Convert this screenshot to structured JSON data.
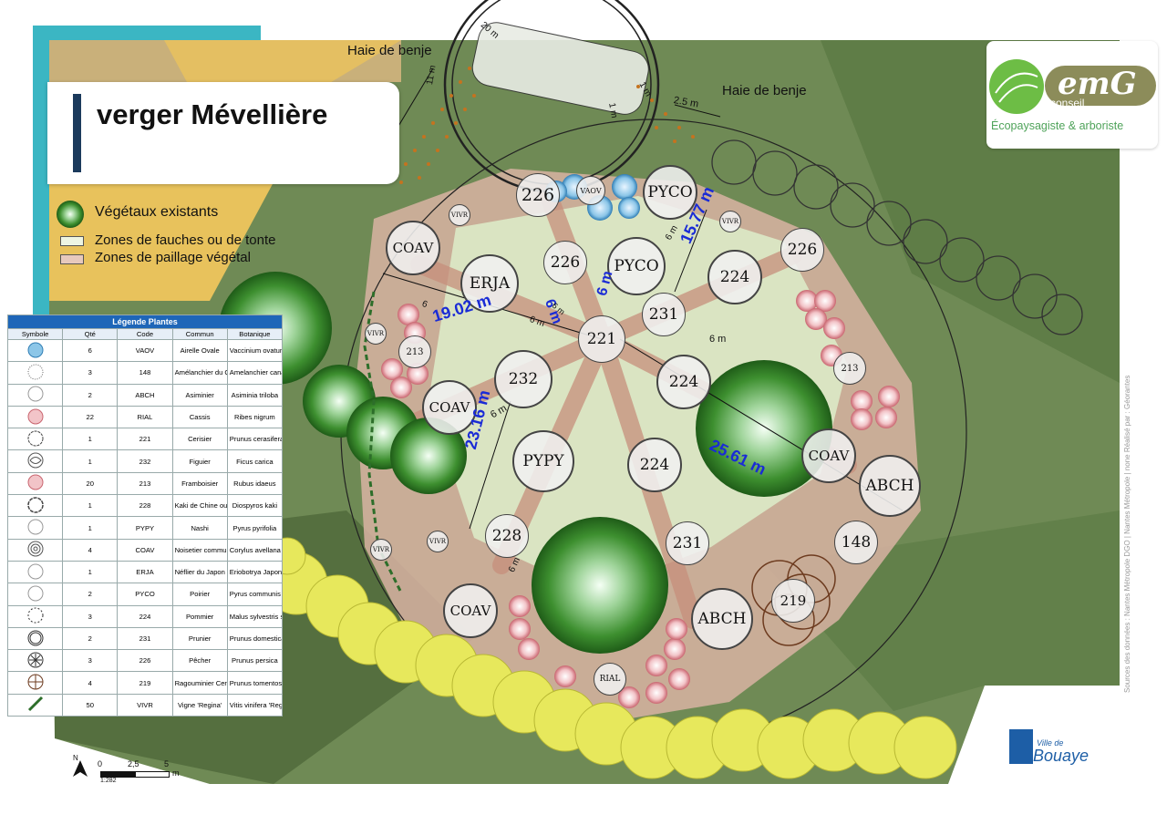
{
  "title": "verger Mévellière",
  "legend": {
    "existing": "Végétaux existants",
    "fauche": "Zones de fauches ou de tonte",
    "paillage": "Zones de paillage végétal"
  },
  "hedge_labels": [
    "Haie de benje",
    "Haie de benje"
  ],
  "logo": {
    "emg": "emG",
    "conseil": "conseil",
    "tagline": "Écopaysagiste & arboriste"
  },
  "bouaye": {
    "ville_de": "Ville de",
    "name": "Bouaye"
  },
  "plants_table": {
    "caption": "Légende Plantes",
    "headers": [
      "Symbole",
      "Qté",
      "Code",
      "Commun",
      "Botanique"
    ],
    "rows": [
      {
        "qty": "6",
        "code": "VAOV",
        "common": "Airelle Ovale",
        "botanic": "Vaccinium ovatum",
        "symbol": "blue-blob-icon"
      },
      {
        "qty": "3",
        "code": "148",
        "common": "Amélanchier du Canada",
        "botanic": "Amelanchier canadensis",
        "symbol": "dotted-ring-icon"
      },
      {
        "qty": "2",
        "code": "ABCH",
        "common": "Asiminier",
        "botanic": "Asiminia triloba",
        "symbol": "thin-circle-icon"
      },
      {
        "qty": "22",
        "code": "RIAL",
        "common": "Cassis",
        "botanic": "Ribes nigrum",
        "symbol": "pink-flower-icon"
      },
      {
        "qty": "1",
        "code": "221",
        "common": "Cerisier",
        "botanic": "Prunus cerasifera",
        "symbol": "scalloped-circle-icon"
      },
      {
        "qty": "1",
        "code": "232",
        "common": "Figuier",
        "botanic": "Ficus carica",
        "symbol": "leafy-circle-icon"
      },
      {
        "qty": "20",
        "code": "213",
        "common": "Framboisier",
        "botanic": "Rubus idaeus",
        "symbol": "pink-flower-icon"
      },
      {
        "qty": "1",
        "code": "228",
        "common": "Kaki de Chine ou Plaqueminier",
        "botanic": "Diospyros kaki",
        "symbol": "lobed-circle-icon"
      },
      {
        "qty": "1",
        "code": "PYPY",
        "common": "Nashi",
        "botanic": "Pyrus pyrifolia",
        "symbol": "thin-circle-icon"
      },
      {
        "qty": "4",
        "code": "COAV",
        "common": "Noisetier commun",
        "botanic": "Corylus avellana",
        "symbol": "concentric-circle-icon"
      },
      {
        "qty": "1",
        "code": "ERJA",
        "common": "Néflier du Japon",
        "botanic": "Eriobotrya Japonica",
        "symbol": "thin-circle-icon"
      },
      {
        "qty": "2",
        "code": "PYCO",
        "common": "Poirier",
        "botanic": "Pyrus communis",
        "symbol": "thin-circle-icon"
      },
      {
        "qty": "3",
        "code": "224",
        "common": "Pommier",
        "botanic": "Malus sylvestris sp",
        "symbol": "dashed-circle-icon"
      },
      {
        "qty": "2",
        "code": "231",
        "common": "Prunier",
        "botanic": "Prunus domestica",
        "symbol": "double-circle-icon"
      },
      {
        "qty": "3",
        "code": "226",
        "common": "Pêcher",
        "botanic": "Prunus persica",
        "symbol": "star-circle-icon"
      },
      {
        "qty": "4",
        "code": "219",
        "common": "Ragouminier Cerisier de Nantkin",
        "botanic": "Prunus tomentosa",
        "symbol": "spoked-circle-icon"
      },
      {
        "qty": "50",
        "code": "VIVR",
        "common": "Vigne 'Regina'",
        "botanic": "Vitis vinifera 'Regina'",
        "symbol": "vine-icon"
      }
    ]
  },
  "tree_labels": {
    "t226a": "226",
    "tvaov": "VAOV",
    "tpyco1": "PYCO",
    "tvivr1": "VIVR",
    "tcoav1": "COAV",
    "t226b": "226",
    "tpyco2": "PYCO",
    "terja": "ERJA",
    "tvivr2": "VIVR",
    "t226c": "226",
    "t224a": "224",
    "t231a": "231",
    "t221": "221",
    "tvivr3": "VIVR",
    "t213a": "213",
    "t232": "232",
    "t224b": "224",
    "t213b": "213",
    "tcoav2": "COAV",
    "tpypy": "PYPY",
    "t224c": "224",
    "tcoav3": "COAV",
    "tabch1": "ABCH",
    "t228": "228",
    "tvivr4": "VIVR",
    "tvivr5": "VIVR",
    "t231b": "231",
    "t148": "148",
    "tcoav4": "COAV",
    "tabch2": "ABCH",
    "t219": "219",
    "trial": "RIAL"
  },
  "dimensions": {
    "d1": "19.02 m",
    "d2": "15.77 m",
    "d3": "25.61 m",
    "d4": "23.16 m",
    "s6a": "6 m",
    "s6b": "6 m",
    "s6c": "6 m",
    "s6d": "6",
    "s6e": "6 m",
    "s6f": "6 m",
    "s6g": "6 m",
    "s6h": "6 m",
    "s6i": "6 m",
    "top1": "20 m",
    "top2": "11 m",
    "top3": "1 m",
    "top4": "2.5 m",
    "top5": "1 m"
  },
  "scale": {
    "labels": [
      "0",
      "2,5",
      "5"
    ],
    "unit": "m",
    "ratio": "1:282",
    "north": "N"
  },
  "credits": "Sources des données : Nantes Métropole DGO | Nantes Métropole | none  Réalisé par : Géorantes",
  "colors": {
    "title_bar": "#1b3a5c",
    "table_header": "#1e66b8",
    "dimension_text": "#1a2bd6",
    "lawn": "#dbe8c6",
    "mulch": "#d9b3a3",
    "hedge_yellow": "#e7e85c"
  }
}
